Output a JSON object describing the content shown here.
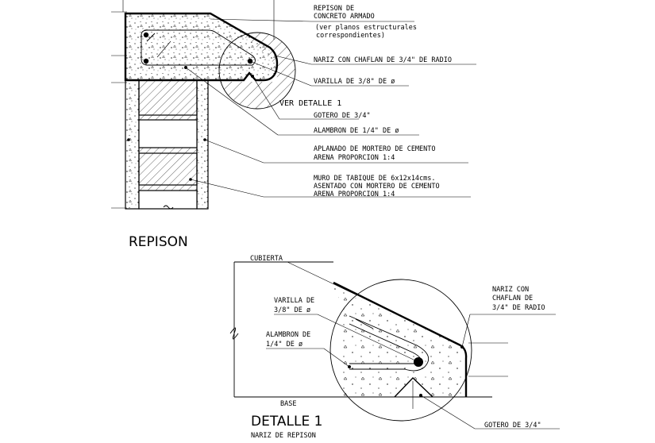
{
  "upper_section": {
    "callouts": {
      "repison_line1": "REPISON DE",
      "repison_line2": "CONCRETO ARMADO",
      "repison_line3": "(ver planos estructurales",
      "repison_line4": "correspondientes)",
      "nariz": "NARIZ CON CHAFLAN DE 3/4\" DE RADIO",
      "varilla": "VARILLA DE 3/8\" DE ø",
      "ver_detalle": "VER DETALLE 1",
      "gotero": "GOTERO DE 3/4\"",
      "alambron": "ALAMBRON DE 1/4\" DE ø",
      "aplanado_line1": "APLANADO DE MORTERO DE CEMENTO",
      "aplanado_line2": "ARENA PROPORCION 1:4",
      "muro_line1": "MURO DE TABIQUE DE 6x12x14cms.",
      "muro_line2": "ASENTADO CON MORTERO DE CEMENTO",
      "muro_line3": "ARENA PROPORCION 1:4"
    },
    "title": "REPISON"
  },
  "detail": {
    "callouts": {
      "cubierta": "CUBIERTA",
      "varilla_line1": "VARILLA DE",
      "varilla_line2": "3/8\" DE ø",
      "alambron_line1": "ALAMBRON DE",
      "alambron_line2": "1/4\" DE ø",
      "nariz_line1": "NARIZ CON",
      "nariz_line2": "CHAFLAN DE",
      "nariz_line3": "3/4\" DE RADIO",
      "base": "BASE",
      "gotero": "GOTERO DE 3/4\""
    },
    "title": "DETALLE 1",
    "subtitle": "NARIZ DE REPISON"
  }
}
